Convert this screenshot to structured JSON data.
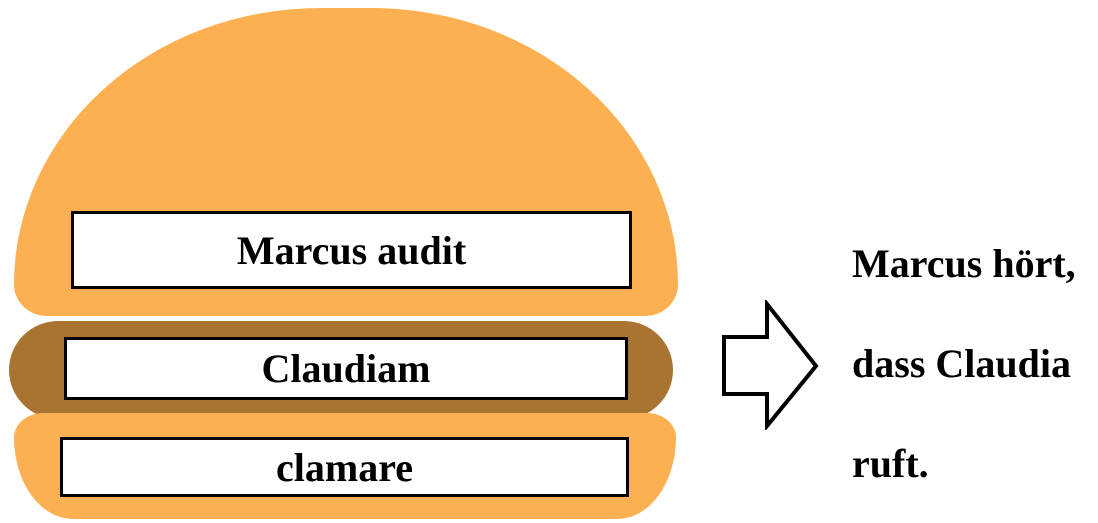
{
  "colors": {
    "bun": "#fdb052",
    "patty": "#a97431",
    "box_fill": "#ffffff",
    "outline": "#000000"
  },
  "latin_sentence": {
    "subject_verb": "Marcus audit",
    "object": "Claudiam",
    "infinitive": "clamare"
  },
  "arrow": {
    "icon": "right-arrow-icon"
  },
  "translation": {
    "line1": "Marcus hört,",
    "line2": "dass Claudia",
    "line3": "ruft."
  }
}
